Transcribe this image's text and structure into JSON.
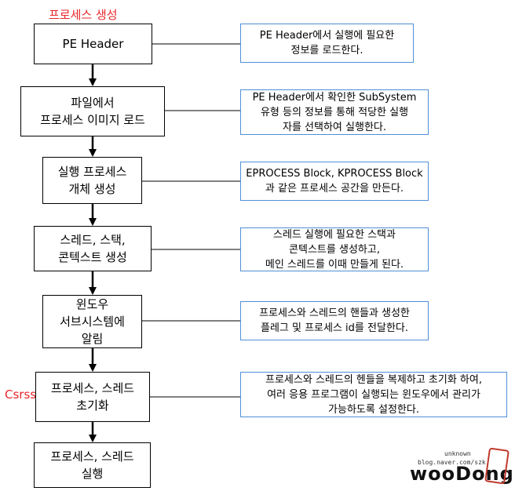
{
  "title": "프로세스 생성",
  "side_label": "Csrss",
  "steps": [
    "PE Header",
    "파일에서\n프로세스 이미지 로드",
    "실행 프로세스\n개체 생성",
    "스레드, 스택,\n콘텍스트 생성",
    "윈도우\n서브시스템에\n알림",
    "프로세스, 스레드\n초기화",
    "프로세스, 스레드\n실행"
  ],
  "notes": [
    "PE Header에서 실행에 필요한\n정보를 로드한다.",
    "PE Header에서 확인한 SubSystem\n유형 등의 정보를 통해 적당한 실행\n자를 선택하여 실행한다.",
    "EPROCESS Block, KPROCESS Block\n과 같은 프로세스 공간을 만든다.",
    "스레드 실행에 필요한 스택과\n콘텍스트를 생성하고,\n메인 스레드를 이때 만들게 된다.",
    "프로세스와 스레드의 핸들과 생성한\n플레그 및 프로세스 id를 전달한다.",
    "프로세스와 스레드의 헨들을 복제하고 초기화 하여,\n여러 응용 프로그램이 실행되는 윈도우에서 관리가\n가능하도록 설정한다."
  ],
  "watermark": {
    "small": "blog.naver.com/szk",
    "tag": "unknown",
    "big": "wooDong"
  },
  "colors": {
    "note_border": "#4f8fd6",
    "label_red": "#e8262b"
  }
}
